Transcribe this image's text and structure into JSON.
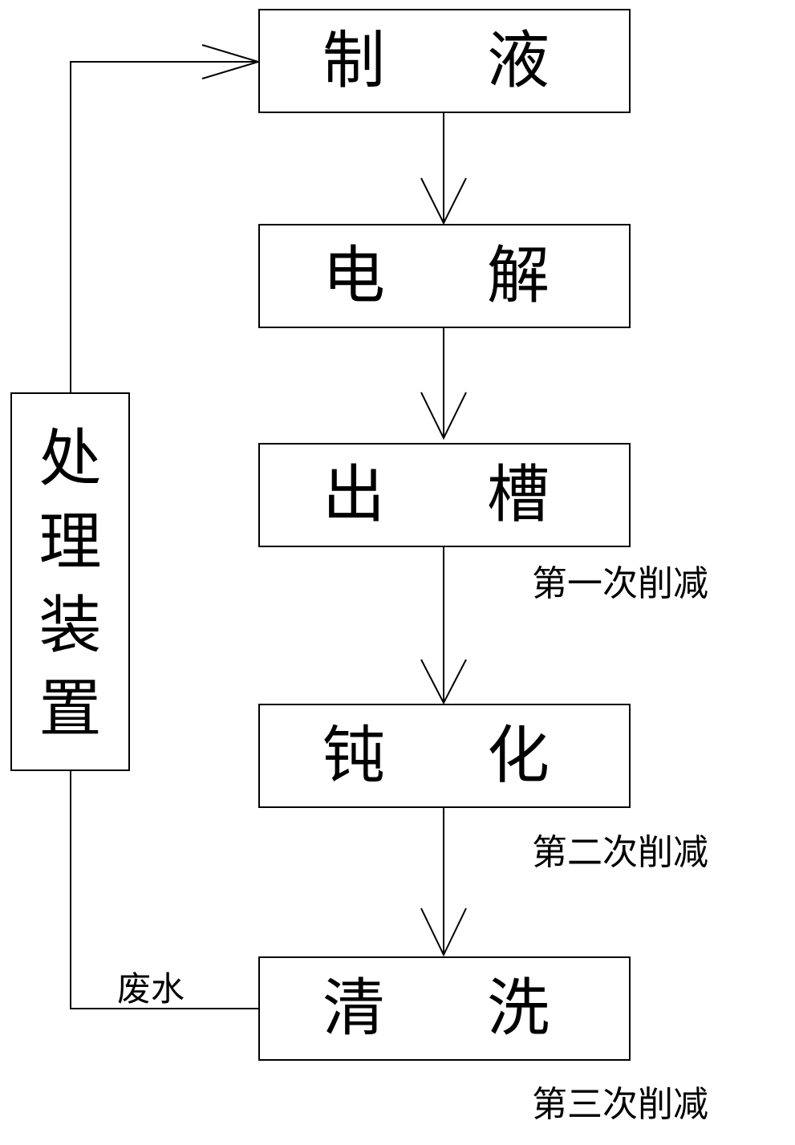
{
  "steps": [
    {
      "id": "make-solution",
      "chars": [
        "制",
        "液"
      ]
    },
    {
      "id": "electrolysis",
      "chars": [
        "电",
        "解"
      ]
    },
    {
      "id": "out-of-tank",
      "chars": [
        "出",
        "槽"
      ]
    },
    {
      "id": "passivation",
      "chars": [
        "钝",
        "化"
      ]
    },
    {
      "id": "cleaning",
      "chars": [
        "清",
        "洗"
      ]
    }
  ],
  "treatment_device": {
    "chars": [
      "处",
      "理",
      "装",
      "置"
    ]
  },
  "reductions": [
    "第一次削减",
    "第二次削减",
    "第三次削减"
  ],
  "wastewater_label": "废水",
  "colors": {
    "line": "#000000",
    "background": "#ffffff"
  }
}
